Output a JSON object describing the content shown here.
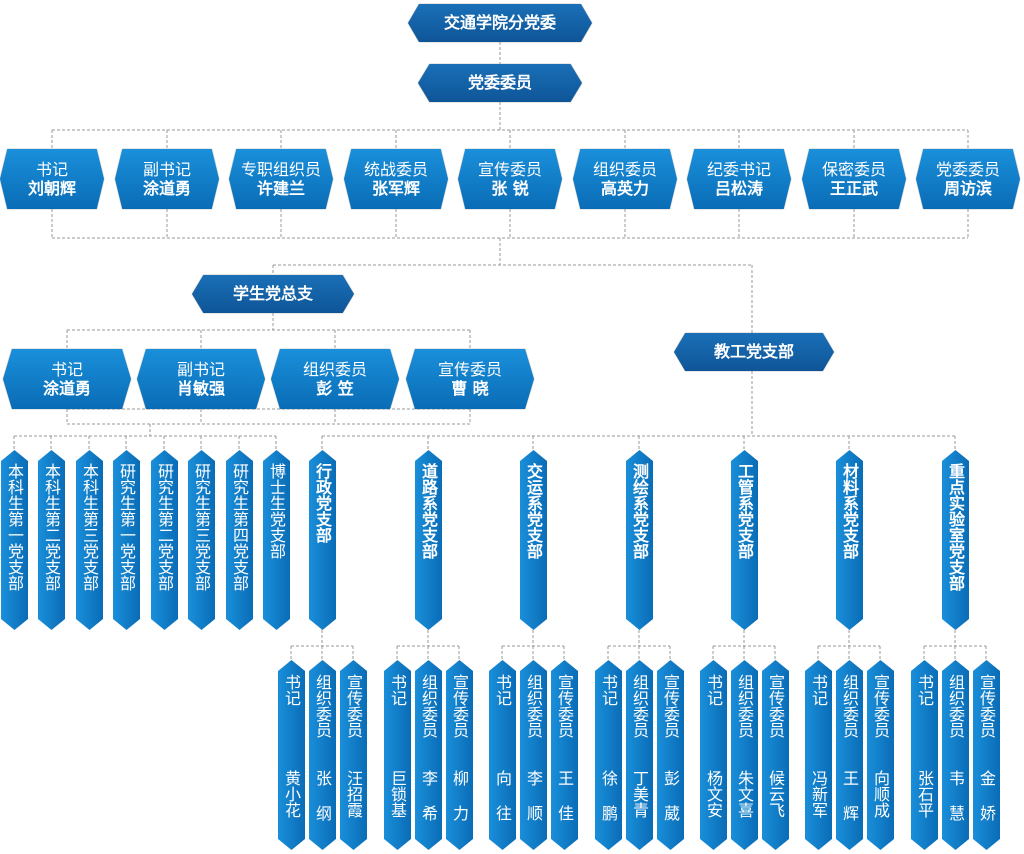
{
  "title": "交通学院分党委",
  "committee": {
    "label": "党委委员",
    "members": [
      {
        "role": "书记",
        "name": "刘朝辉"
      },
      {
        "role": "副书记",
        "name": "涂道勇"
      },
      {
        "role": "专职组织员",
        "name": "许建兰"
      },
      {
        "role": "统战委员",
        "name": "张军辉"
      },
      {
        "role": "宣传委员",
        "name": "张 锐"
      },
      {
        "role": "组织委员",
        "name": "高英力"
      },
      {
        "role": "纪委书记",
        "name": "吕松涛"
      },
      {
        "role": "保密委员",
        "name": "王正武"
      },
      {
        "role": "党委委员",
        "name": "周访滨"
      }
    ]
  },
  "student": {
    "label": "学生党总支",
    "members": [
      {
        "role": "书记",
        "name": "涂道勇"
      },
      {
        "role": "副书记",
        "name": "肖敏强"
      },
      {
        "role": "组织委员",
        "name": "彭 笠"
      },
      {
        "role": "宣传委员",
        "name": "曹 晓"
      }
    ],
    "branches": [
      "本科生第一党支部",
      "本科生第二党支部",
      "本科生第三党支部",
      "研究生第一党支部",
      "研究生第二党支部",
      "研究生第三党支部",
      "研究生第四党支部",
      "博士生党支部"
    ]
  },
  "faculty": {
    "label": "教工党支部",
    "branches": [
      {
        "name": "行政党支部",
        "members": [
          {
            "role": "书记",
            "name": "黄小花"
          },
          {
            "role": "组织委员",
            "name": "张 纲"
          },
          {
            "role": "宣传委员",
            "name": "汪招霞"
          }
        ]
      },
      {
        "name": "道路系党支部",
        "members": [
          {
            "role": "书记",
            "name": "巨锁基"
          },
          {
            "role": "组织委员",
            "name": "李 希"
          },
          {
            "role": "宣传委员",
            "name": "柳 力"
          }
        ]
      },
      {
        "name": "交运系党支部",
        "members": [
          {
            "role": "书记",
            "name": "向 往"
          },
          {
            "role": "组织委员",
            "name": "李 顺"
          },
          {
            "role": "宣传委员",
            "name": "王 佳"
          }
        ]
      },
      {
        "name": "测绘系党支部",
        "members": [
          {
            "role": "书记",
            "name": "徐 鹏"
          },
          {
            "role": "组织委员",
            "name": "丁美青"
          },
          {
            "role": "宣传委员",
            "name": "彭 葳"
          }
        ]
      },
      {
        "name": "工管系党支部",
        "members": [
          {
            "role": "书记",
            "name": "杨文安"
          },
          {
            "role": "组织委员",
            "name": "朱文喜"
          },
          {
            "role": "宣传委员",
            "name": "候云飞"
          }
        ]
      },
      {
        "name": "材料系党支部",
        "members": [
          {
            "role": "书记",
            "name": "冯新军"
          },
          {
            "role": "组织委员",
            "name": "王 辉"
          },
          {
            "role": "宣传委员",
            "name": "向顺成"
          }
        ]
      },
      {
        "name": "重点实验室党支部",
        "members": [
          {
            "role": "书记",
            "name": "张石平"
          },
          {
            "role": "组织委员",
            "name": "韦 慧"
          },
          {
            "role": "宣传委员",
            "name": "金 娇"
          }
        ]
      }
    ]
  },
  "colors": {
    "box_top": "#1a8fda",
    "box_bottom": "#0a6cb6",
    "title_bg": "#0e5597",
    "connector": "#9a9a9a"
  }
}
